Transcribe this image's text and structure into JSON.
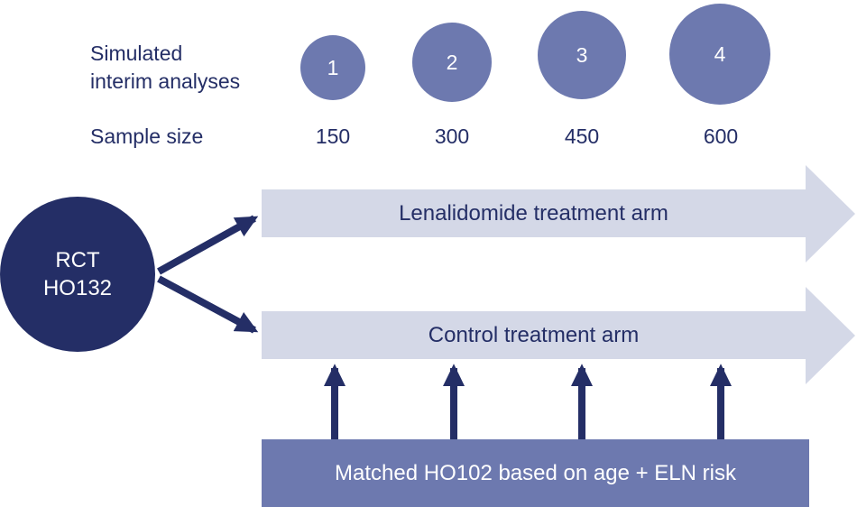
{
  "diagram": {
    "labels": {
      "interim": "Simulated interim analyses",
      "sample_size": "Sample size"
    },
    "interim_analyses": [
      {
        "number": "1",
        "sample_size": "150"
      },
      {
        "number": "2",
        "sample_size": "300"
      },
      {
        "number": "3",
        "sample_size": "450"
      },
      {
        "number": "4",
        "sample_size": "600"
      }
    ],
    "rct": {
      "line1": "RCT",
      "line2": "HO132"
    },
    "arms": [
      {
        "label": "Lenalidomide treatment arm"
      },
      {
        "label": "Control treatment arm"
      }
    ],
    "matched_box": {
      "label": "Matched HO102 based on age + ELN risk"
    },
    "colors": {
      "navy": "#242e66",
      "slate_blue": "#6d79af",
      "light_lavender": "#d4d8e7",
      "circle_text": "#ffffff"
    }
  }
}
